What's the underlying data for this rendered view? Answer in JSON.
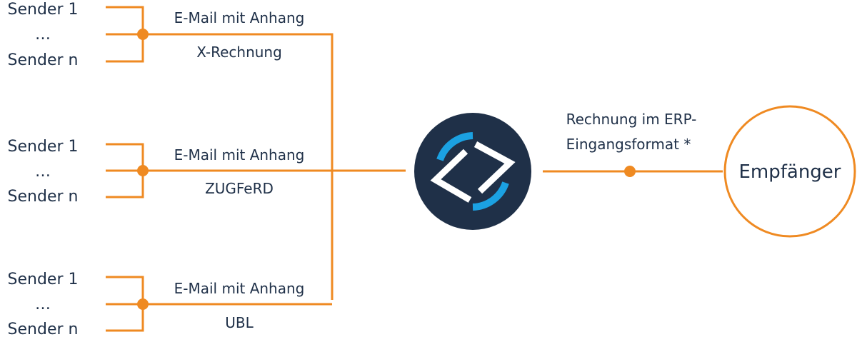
{
  "groups": [
    {
      "sender_first": "Sender 1",
      "ellipsis": "…",
      "sender_last": "Sender n",
      "channel_label": "E-Mail mit Anhang",
      "format_label": "X-Rechnung"
    },
    {
      "sender_first": "Sender 1",
      "ellipsis": "…",
      "sender_last": "Sender n",
      "channel_label": "E-Mail mit Anhang",
      "format_label": "ZUGFeRD"
    },
    {
      "sender_first": "Sender 1",
      "ellipsis": "…",
      "sender_last": "Sender n",
      "channel_label": "E-Mail mit Anhang",
      "format_label": "UBL"
    }
  ],
  "output": {
    "label_line1": "Rechnung im ERP-",
    "label_line2": "Eingangsformat *"
  },
  "receiver": {
    "label": "Empfänger"
  },
  "colors": {
    "connector": "#ef8a22",
    "hub_fill": "#1f3048",
    "hub_accent": "#1ba1e2",
    "text": "#1f3048"
  },
  "icons": {
    "hub": "code-brackets-logo-icon"
  }
}
